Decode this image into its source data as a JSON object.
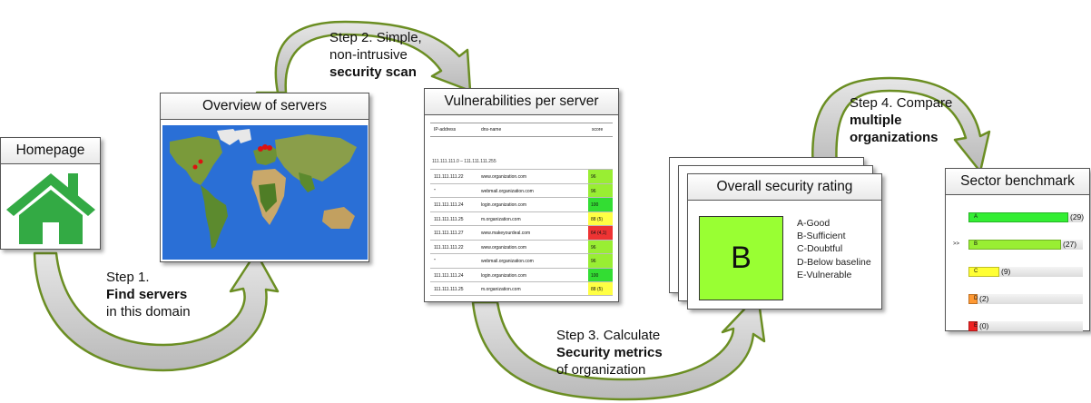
{
  "homepage": {
    "title": "Homepage"
  },
  "overview": {
    "title": "Overview of servers"
  },
  "vulnerabilities": {
    "title": "Vulnerabilities per server",
    "columns": [
      "IP-address",
      "dns-name",
      "score"
    ],
    "range": "111.111.111.0 – 111.111.111.255",
    "rows": [
      {
        "ip": "111.111.111.22",
        "dns": "www.organization.com",
        "score": "96",
        "color": "#99ee33"
      },
      {
        "ip": "\"",
        "dns": "webmail.organization.com",
        "score": "96",
        "color": "#99ee33"
      },
      {
        "ip": "111.111.111.24",
        "dns": "login.organization.com",
        "score": "100",
        "color": "#33dd33"
      },
      {
        "ip": "111.111.111.25",
        "dns": "m.organization.com",
        "score": "88 (5)",
        "color": "#ffff44"
      },
      {
        "ip": "111.111.111.27",
        "dns": "www.makeyourdeal.com",
        "score": "64 (4,1)",
        "color": "#ee3333"
      },
      {
        "ip": "111.111.111.22",
        "dns": "www.organization.com",
        "score": "96",
        "color": "#99ee33"
      },
      {
        "ip": "\"",
        "dns": "webmail.organization.com",
        "score": "96",
        "color": "#99ee33"
      },
      {
        "ip": "111.111.111.24",
        "dns": "login.organization.com",
        "score": "100",
        "color": "#33dd33"
      },
      {
        "ip": "111.111.111.25",
        "dns": "m.organization.com",
        "score": "88 (5)",
        "color": "#ffff44"
      }
    ]
  },
  "rating": {
    "title": "Overall security rating",
    "grade": "B",
    "grade_color": "#99ff33",
    "legend": [
      "A-Good",
      "B-Sufficient",
      "C-Doubtful",
      "D-Below baseline",
      "E-Vulnerable"
    ]
  },
  "benchmark": {
    "title": "Sector benchmark",
    "bars": [
      {
        "label": "A",
        "count": "(29)",
        "value": 29,
        "color": "#33ee33",
        "marker": ""
      },
      {
        "label": "B",
        "count": "(27)",
        "value": 27,
        "color": "#99ee33",
        "marker": ">>"
      },
      {
        "label": "C",
        "count": "(9)",
        "value": 9,
        "color": "#ffff33",
        "marker": ""
      },
      {
        "label": "D",
        "count": "(2)",
        "value": 2,
        "color": "#ff9933",
        "marker": ""
      },
      {
        "label": "E",
        "count": "(0)",
        "value": 0,
        "color": "#ee2222",
        "marker": ""
      }
    ]
  },
  "steps": {
    "step1": {
      "line1": "Step 1.",
      "bold": "Find servers",
      "line3": "in this domain"
    },
    "step2": {
      "line1": "Step 2. Simple,",
      "line2": "non-intrusive",
      "bold": "security scan"
    },
    "step3": {
      "line1": "Step 3. Calculate",
      "bold": "Security metrics",
      "line3": "of organization"
    },
    "step4": {
      "line1": "Step 4. Compare",
      "bold1": "multiple",
      "bold2": "organizations"
    }
  },
  "colors": {
    "arrow_fill": "#c8c8c8",
    "arrow_outline": "#6b8e23",
    "house": "#33aa44"
  }
}
